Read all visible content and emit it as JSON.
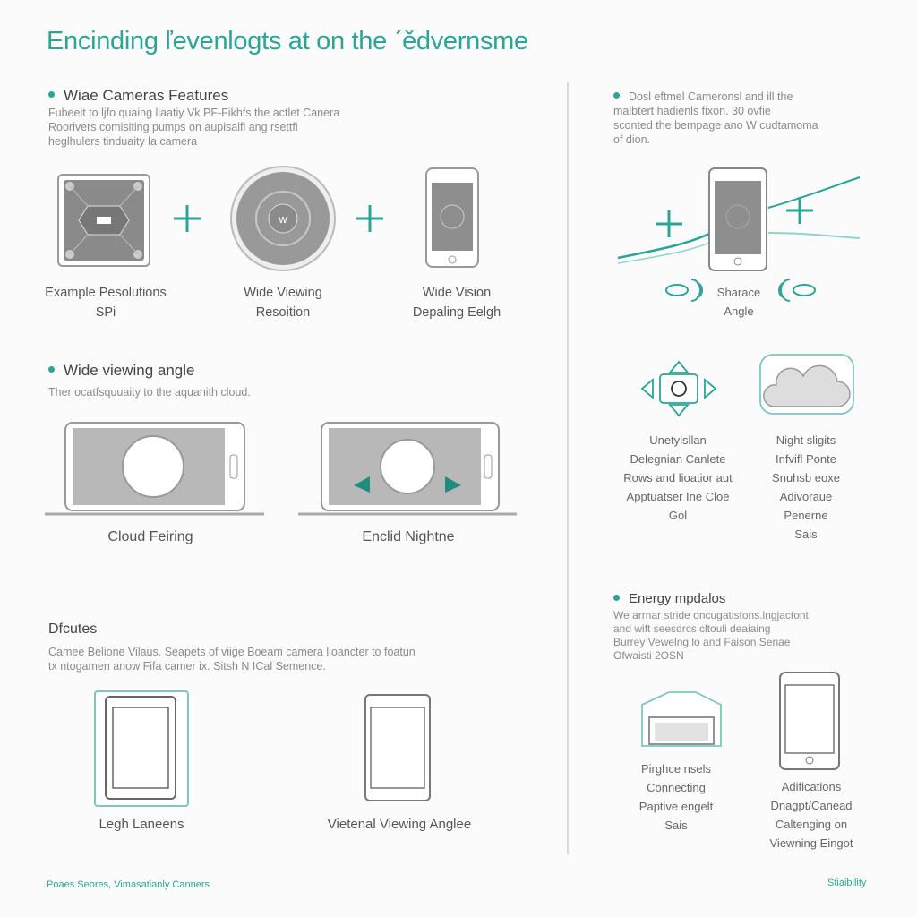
{
  "title": "Encinding ľevenlogts at on the ˊědvernsme",
  "left": {
    "features": {
      "heading": "Wiae Cameras Features",
      "desc": [
        "Fubeeit to ljfo quaing liaatiy Vk PF-Fikhfs the actlet Canera",
        "Roorivers comisiting pumps on aupisalfi ang rsettfi",
        "heglhulers tinduaity la camera"
      ],
      "items": [
        {
          "line1": "Example Pesolutions",
          "line2": "SPi"
        },
        {
          "line1": "Wide Viewing",
          "line2": "Resoition"
        },
        {
          "line1": "Wide Vision",
          "line2": "Depaling Eelgh"
        }
      ]
    },
    "viewing": {
      "heading": "Wide viewing angle",
      "desc": "Ther ocatfsquuaity to the aquanith cloud.",
      "items": [
        "Cloud Feiring",
        "Enclid Nightne"
      ]
    },
    "difcutes": {
      "heading": "Dfcutes",
      "desc": [
        "Camee Belione Vilaus. Seapets of viige Boeam camera lioancter to foatun",
        "tx ntogamen anow Fifa camer ix. Sitsh N ICal Semence."
      ],
      "items": [
        "Legh Laneens",
        "Vietenal Viewing Anglee"
      ]
    }
  },
  "right": {
    "intro": {
      "desc": [
        "Dosl eftmel Cameronsl and ill the",
        "malbtert hadienls fixon. 30 ovfie",
        "sconted the bempage ano W cudtamoma",
        "of dion."
      ],
      "caption": [
        "Sharace",
        "Angle"
      ]
    },
    "pair": [
      {
        "lines": [
          "Unetyisllan",
          "Delegnian Canlete",
          "Rows and lioatior aut",
          "Apptuatser Ine Cloe",
          "Gol"
        ]
      },
      {
        "lines": [
          "Night sligits",
          "Infvifl Ponte",
          "Snuhsb eoxe",
          "Adivoraue",
          "Penerne",
          "Sais"
        ]
      }
    ],
    "energy": {
      "heading": "Energy mpdalos",
      "desc": [
        "We arrnar stride oncugatistons.lngjactont",
        "and wift seesdrcs cltouli deaiaing",
        "Burrey Vewelng lo and Faison Senae",
        "Ofwaisti 2OSN"
      ],
      "items": [
        {
          "lines": [
            "Pirghce nsels",
            "Connecting",
            "Paptive engelt",
            "Sais"
          ]
        },
        {
          "lines": [
            "Adifications",
            "Dnagpt/Canead",
            "Caltenging on",
            "Viewning Eingot"
          ]
        }
      ]
    }
  },
  "footer": {
    "left": "Poaes Seores, Vimasatianly Canners",
    "right": "Stiaibility"
  },
  "colors": {
    "accent": "#2aa596",
    "text": "#555555",
    "muted": "#8a8a8a"
  }
}
